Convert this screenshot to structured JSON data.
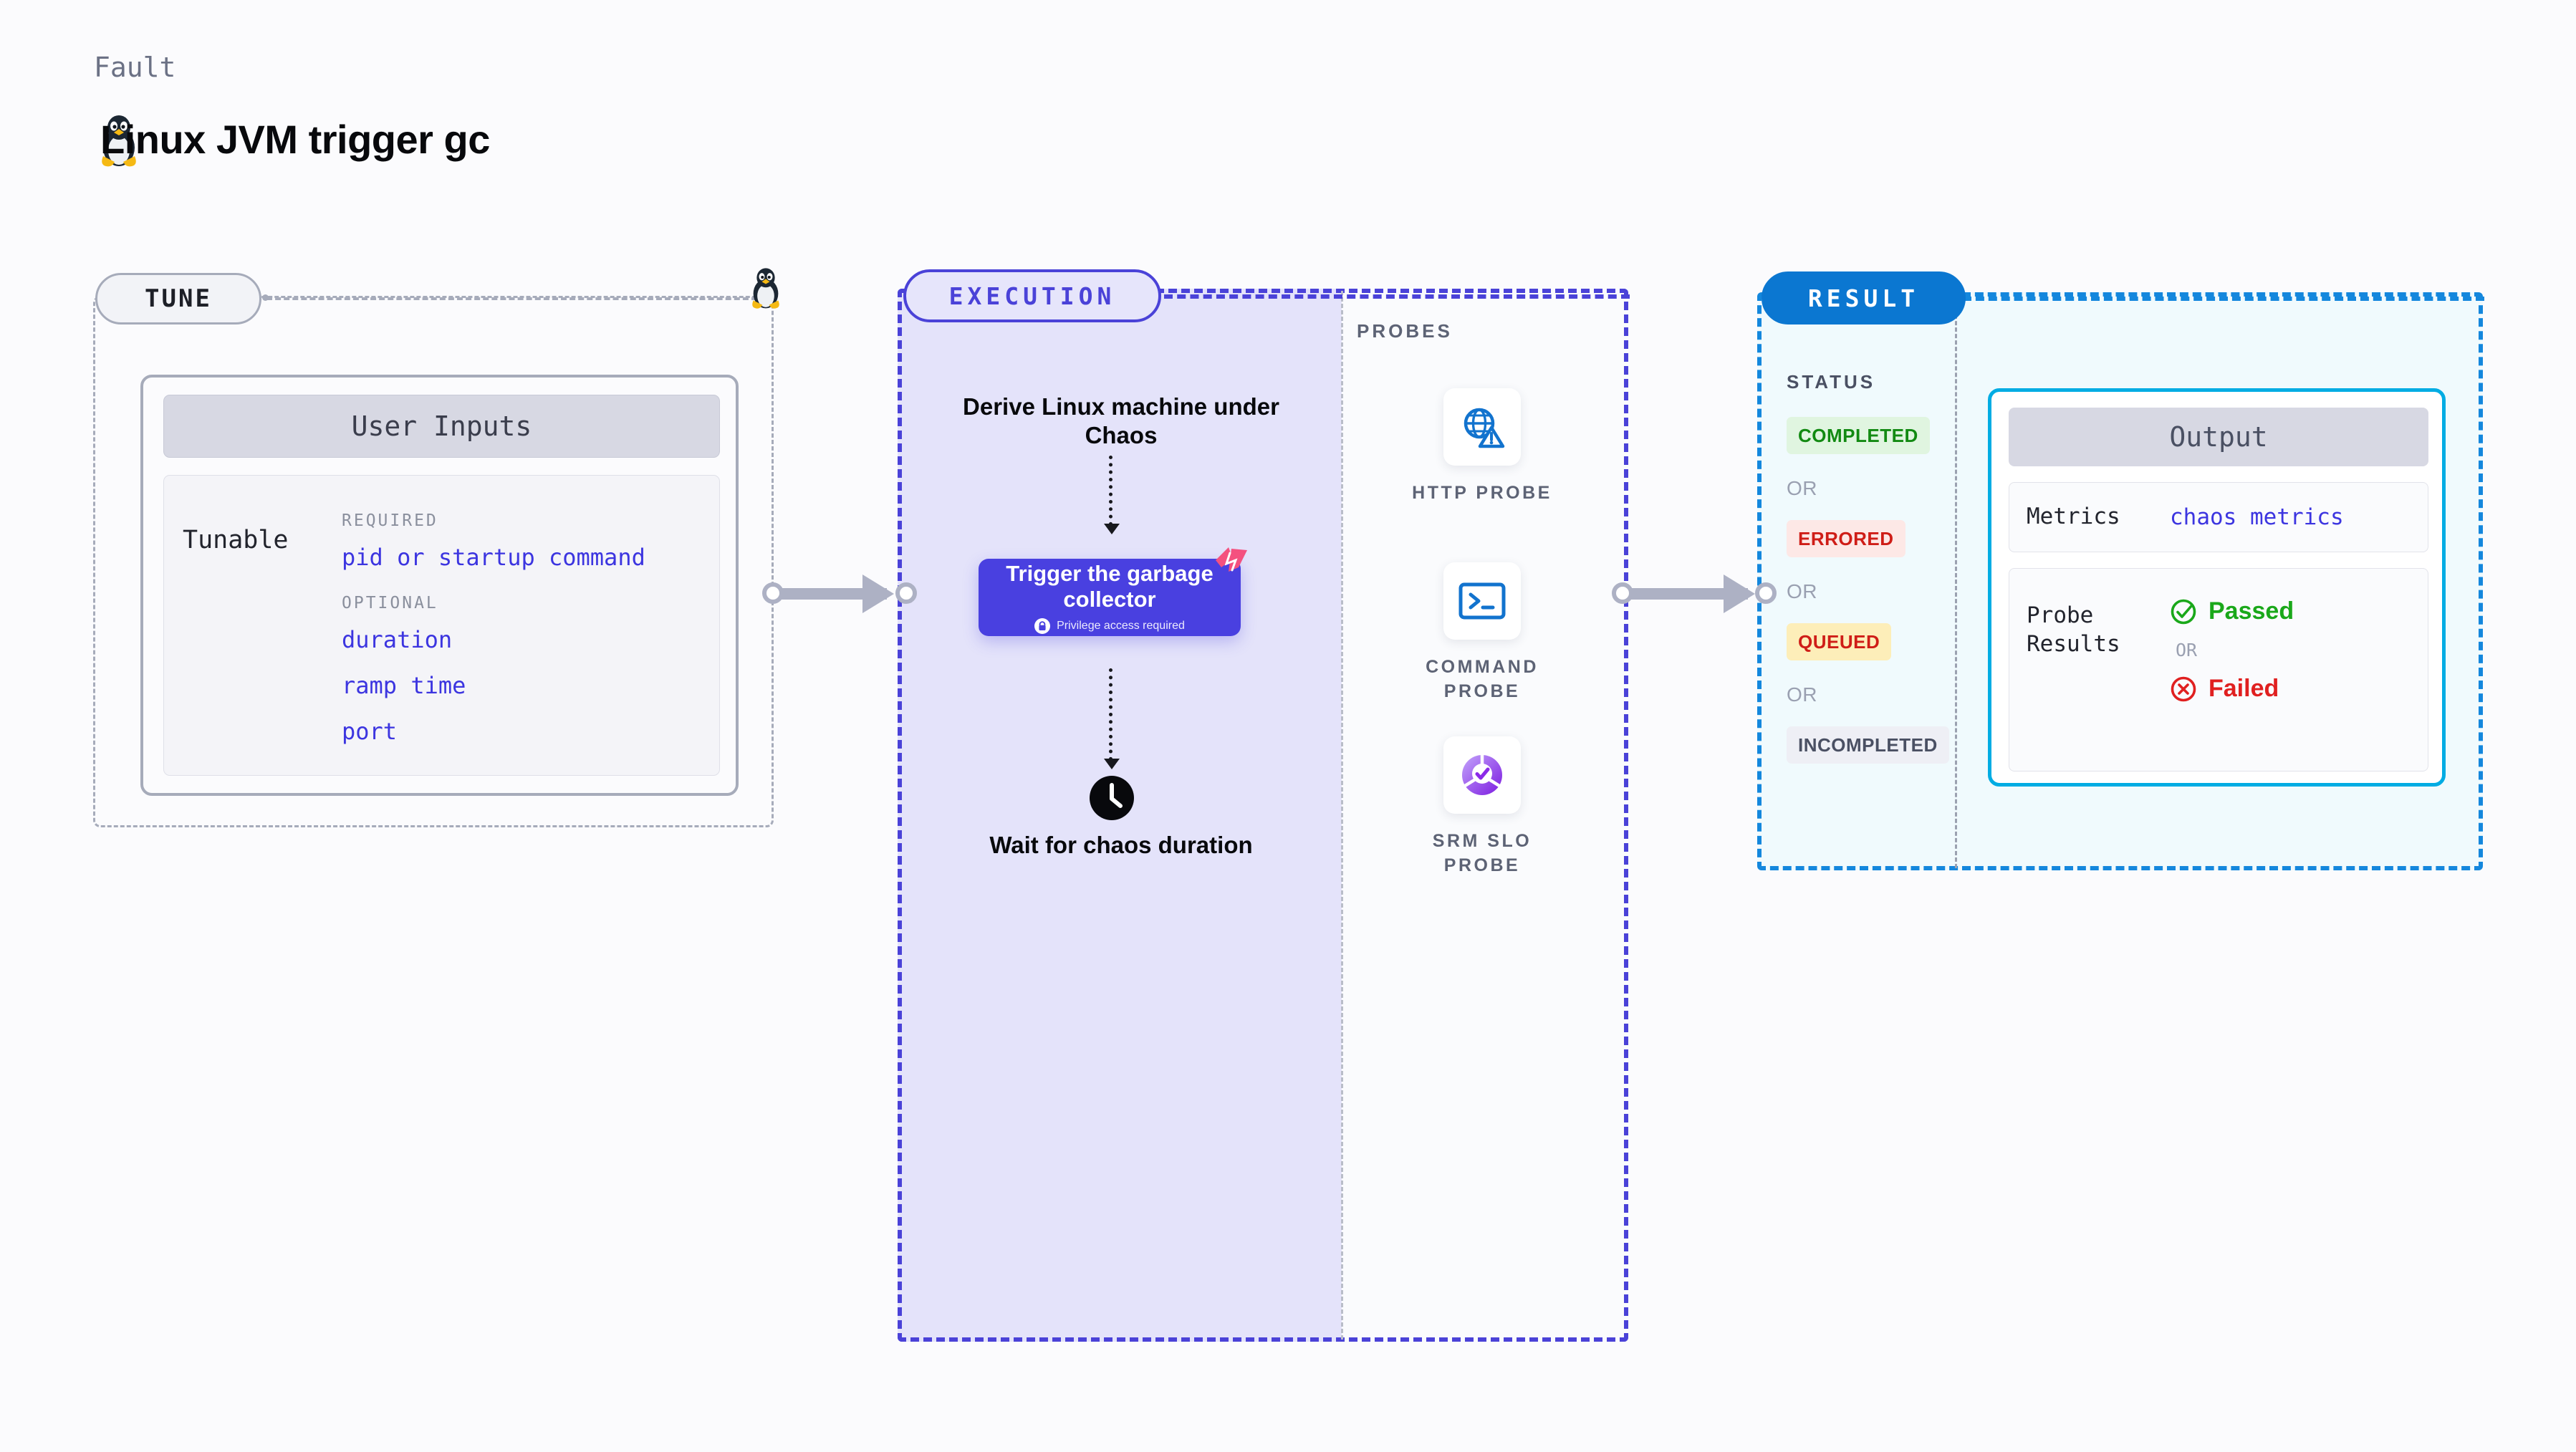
{
  "header": {
    "kicker": "Fault",
    "title": "Linux JVM trigger gc",
    "icon": "linux-penguin-icon"
  },
  "tune": {
    "badge": "TUNE",
    "marker_icon": "linux-penguin-icon",
    "card": {
      "header": "User Inputs",
      "row_label": "Tunable",
      "groups": [
        {
          "label": "REQUIRED",
          "items": [
            "pid or startup command"
          ]
        },
        {
          "label": "OPTIONAL",
          "items": [
            "duration",
            "ramp time",
            "port"
          ]
        }
      ]
    }
  },
  "execution": {
    "badge": "EXECUTION",
    "steps": [
      {
        "id": "derive",
        "text": "Derive Linux machine under Chaos"
      },
      {
        "id": "wait",
        "text": "Wait for chaos duration",
        "icon": "clock-icon"
      }
    ],
    "node": {
      "title": "Trigger the garbage collector",
      "privilege": "Privilege access required",
      "privilege_icon": "lock-icon",
      "corner_icon": "harness-chaos-icon",
      "color": "#4940e0"
    }
  },
  "probes": {
    "label": "PROBES",
    "items": [
      {
        "name": "HTTP PROBE",
        "icon": "globe-warning-icon"
      },
      {
        "name": "COMMAND PROBE",
        "icon": "terminal-icon"
      },
      {
        "name": "SRM SLO PROBE",
        "icon": "slo-donut-check-icon"
      }
    ]
  },
  "result": {
    "badge": "RESULT",
    "status_label": "STATUS",
    "or_label": "OR",
    "statuses": [
      {
        "label": "COMPLETED",
        "bg": "#e0f5e0",
        "fg": "#128a12"
      },
      {
        "label": "ERRORED",
        "bg": "#fde8e6",
        "fg": "#cf1d17"
      },
      {
        "label": "QUEUED",
        "bg": "#fdeeb9",
        "fg": "#cf1d17"
      },
      {
        "label": "INCOMPLETED",
        "bg": "#eeeff5",
        "fg": "#4a5063"
      }
    ],
    "output": {
      "header": "Output",
      "metrics_key": "Metrics",
      "metrics_value": "chaos metrics",
      "probe_results_key": "Probe Results",
      "passed": "Passed",
      "failed": "Failed",
      "or_label": "OR",
      "passed_icon": "check-circle-icon",
      "failed_icon": "x-circle-icon"
    }
  },
  "colors": {
    "accent_indigo": "#4940e0",
    "accent_blue": "#0b77d1",
    "accent_cyan": "#00ace3",
    "link_blue": "#3c35e0",
    "connector_gray": "#adb1c4"
  }
}
